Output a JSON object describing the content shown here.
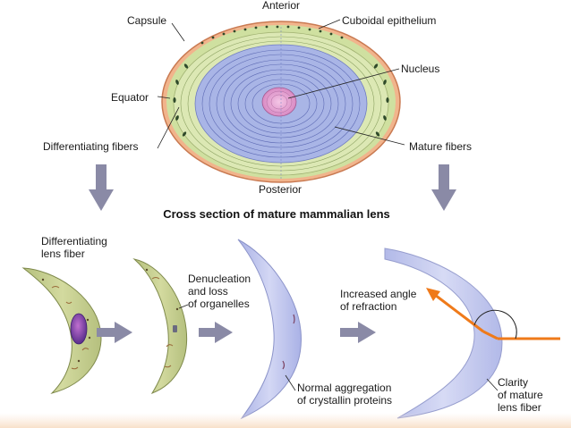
{
  "lens": {
    "anterior": "Anterior",
    "capsule": "Capsule",
    "cuboidal_epithelium": "Cuboidal epithelium",
    "nucleus": "Nucleus",
    "equator": "Equator",
    "differentiating_fibers": "Differentiating fibers",
    "mature_fibers": "Mature fibers",
    "posterior": "Posterior",
    "title": "Cross section of mature mammalian lens"
  },
  "stages": {
    "differentiating_line1": "Differentiating",
    "differentiating_line2": "lens fiber",
    "denucleation_line1": "Denucleation",
    "denucleation_line2": "and loss",
    "denucleation_line3": "of organelles",
    "refraction_line1": "Increased angle",
    "refraction_line2": "of refraction",
    "aggregation_line1": "Normal aggregation",
    "aggregation_line2": "of crystallin proteins",
    "clarity_line1": "Clarity",
    "clarity_line2": "of mature",
    "clarity_line3": "lens fiber"
  },
  "colors": {
    "capsule": "#e8a27c",
    "epithelium": "#cfe0a0",
    "fibers_outer": "#dce8b4",
    "fibers_core": "#a9b5e6",
    "nucleus": "#e7a7d2",
    "arrow": "#8a8aa6",
    "fiber_green": "#c6cf98",
    "fiber_blue": "#c3c9ef",
    "refraction": "#ef7a1a"
  }
}
